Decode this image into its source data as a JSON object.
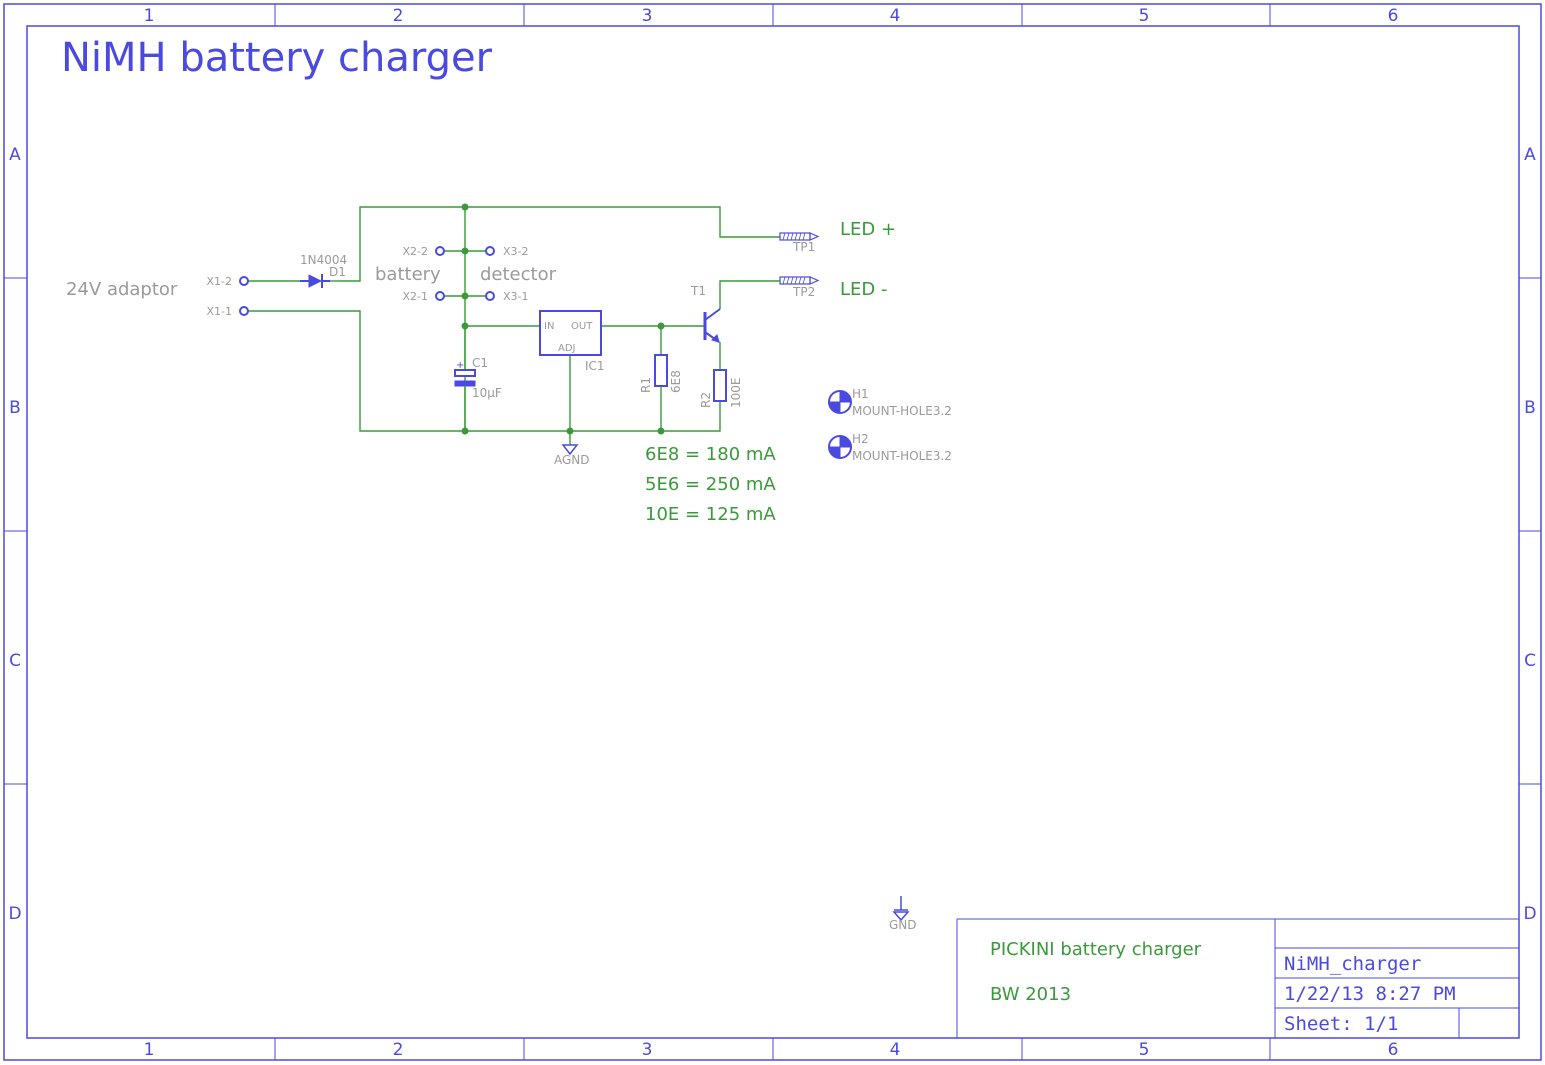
{
  "title": "NiMH battery charger",
  "frame": {
    "columns": [
      "1",
      "2",
      "3",
      "4",
      "5",
      "6"
    ],
    "rows": [
      "A",
      "B",
      "C",
      "D"
    ]
  },
  "labels": {
    "adaptor": "24V adaptor",
    "battery": "battery",
    "detector": "detector",
    "led_plus": "LED +",
    "led_minus": "LED -"
  },
  "connectors": {
    "x1_2": "X1-2",
    "x1_1": "X1-1",
    "x2_2": "X2-2",
    "x2_1": "X2-1",
    "x3_2": "X3-2",
    "x3_1": "X3-1"
  },
  "components": {
    "d1_name": "D1",
    "d1_value": "1N4004",
    "c1_name": "C1",
    "c1_value": "10µF",
    "ic1_name": "IC1",
    "ic1_in": "IN",
    "ic1_out": "OUT",
    "ic1_adj": "ADJ",
    "r1_name": "R1",
    "r1_value": "6E8",
    "r2_name": "R2",
    "r2_value": "100E",
    "t1_name": "T1",
    "tp1_name": "TP1",
    "tp2_name": "TP2",
    "h1_name": "H1",
    "h1_value": "MOUNT-HOLE3.2",
    "h2_name": "H2",
    "h2_value": "MOUNT-HOLE3.2",
    "agnd": "AGND",
    "gnd": "GND"
  },
  "notes": [
    "6E8 = 180 mA",
    "5E6 = 250 mA",
    "10E = 125 mA"
  ],
  "title_block": {
    "project": "PICKINI battery charger",
    "author": "BW 2013",
    "filename": "NiMH_charger",
    "date": "1/22/13 8:27 PM",
    "sheet": "Sheet: 1/1"
  },
  "colors": {
    "frame": "#4a4ae0",
    "wire": "#3a9a3a",
    "label": "#9a9a9a"
  }
}
